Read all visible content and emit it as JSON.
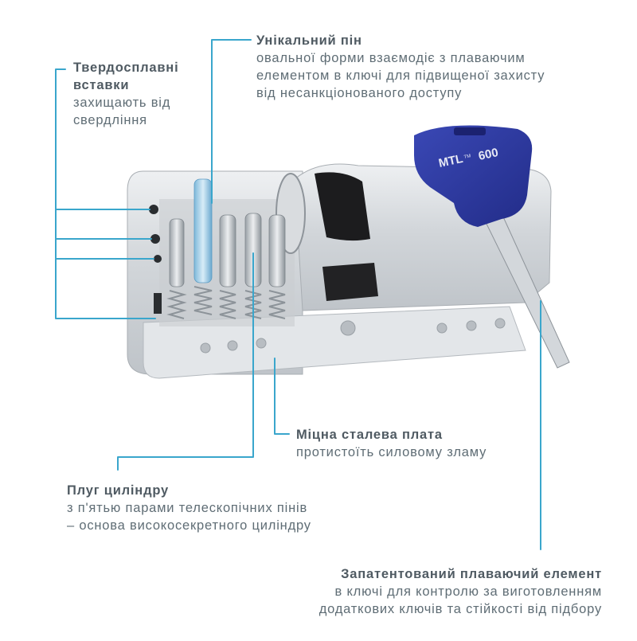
{
  "callouts": {
    "unique_pin": {
      "title": "Унікальний пін",
      "lines": [
        "овальної форми взаємодіє з плаваючим",
        "елементом в ключі для підвищеної захисту",
        "від несанкціонованого доступу"
      ]
    },
    "carbide_inserts": {
      "title_lines": [
        "Твердосплавні",
        "вставки"
      ],
      "lines": [
        "захищають від",
        "свердління"
      ]
    },
    "steel_plate": {
      "title": "Міцна сталева плата",
      "lines": [
        "протистоїть силовому зламу"
      ]
    },
    "cylinder_plug": {
      "title": "Плуг циліндру",
      "lines": [
        "з п'ятью парами телескопічних пінів",
        "– основа високосекретного циліндру"
      ]
    },
    "floating_element": {
      "title": "Запатентований плаваючий елемент",
      "lines": [
        "в ключі для контролю за виготовленням",
        "додаткових ключів та стійкості від підбору"
      ]
    }
  },
  "key_brand": {
    "text": "MTL",
    "trademark": "TM",
    "model": "600"
  },
  "colors": {
    "accent": "#3aa6cc",
    "key_blue": "#2d3aa0",
    "metal": "#d6d9dc",
    "pin_highlight": "#a7d2ea"
  }
}
